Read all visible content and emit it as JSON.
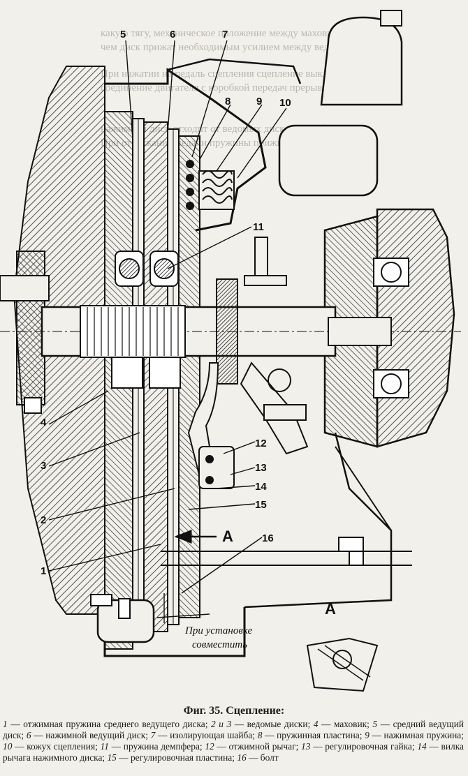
{
  "page": {
    "figure_title": "Фиг. 35. Сцепление:",
    "background_lines": [
      "какую тягу, механическое положение между маховиком и диском;",
      "чем диск прижат необходимым усилием между ведущими дисками;",
      "При нажатии на педаль сцепления сцепление выключается,",
      "соединение двигателя с коробкой передач прерывается;",
      "нажимной диск отходит от ведомых дисков, освобождая их;",
      "При отпускании педали пружины прижимают диски;"
    ]
  },
  "callouts": {
    "n1": "1",
    "n2": "2",
    "n3": "3",
    "n4": "4",
    "n5": "5",
    "n6": "6",
    "n7": "7",
    "n8": "8",
    "n9": "9",
    "n10": "10",
    "n11": "11",
    "n12": "12",
    "n13": "13",
    "n14": "14",
    "n15": "15",
    "n16": "16",
    "section_arrow": "A",
    "section_detail": "A",
    "install_note_line1": "При установке",
    "install_note_line2": "совместить"
  },
  "legend": [
    {
      "num": "1",
      "text": "отжимная пружина среднего ведущего диска;"
    },
    {
      "num": "2 и 3",
      "text": "ведомые диски;"
    },
    {
      "num": "4",
      "text": "маховик;"
    },
    {
      "num": "5",
      "text": "средний ведущий диск;"
    },
    {
      "num": "6",
      "text": "нажимной ведущий диск;"
    },
    {
      "num": "7",
      "text": "изолирующая шайба;"
    },
    {
      "num": "8",
      "text": "пружинная пластина;"
    },
    {
      "num": "9",
      "text": "нажимная пружина;"
    },
    {
      "num": "10",
      "text": "кожух сцепления;"
    },
    {
      "num": "11",
      "text": "пружина демпфера;"
    },
    {
      "num": "12",
      "text": "отжимной рычаг;"
    },
    {
      "num": "13",
      "text": "регулировочная гайка;"
    },
    {
      "num": "14",
      "text": "вилка рычага нажимного диска;"
    },
    {
      "num": "15",
      "text": "регулировочная пластина;"
    },
    {
      "num": "16",
      "text": "болт"
    }
  ],
  "colors": {
    "ink": "#111111",
    "paper": "#f2f0ea",
    "hatch": "#2a2a2a"
  }
}
